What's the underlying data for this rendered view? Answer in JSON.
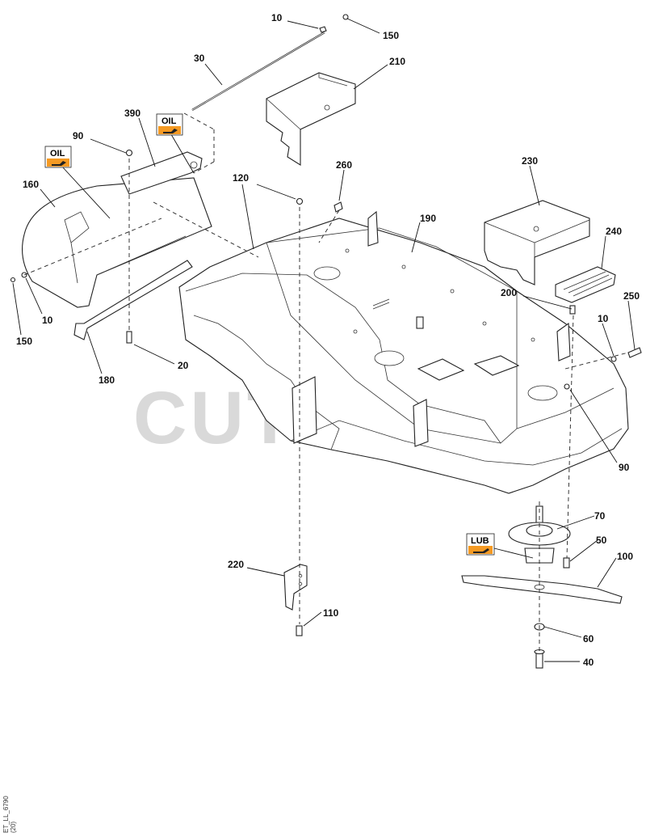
{
  "watermark": "CUTLER'S",
  "drawing_code": "ET_LL_6790",
  "drawing_code_sub": "(20)",
  "badges": {
    "oil": "OIL",
    "lub": "LUB"
  },
  "callouts": {
    "c10_top": "10",
    "c150_top": "150",
    "c30": "30",
    "c210": "210",
    "c390": "390",
    "c90_left": "90",
    "c160": "160",
    "c120": "120",
    "c260": "260",
    "c190": "190",
    "c230": "230",
    "c240": "240",
    "c200": "200",
    "c250": "250",
    "c10_right": "10",
    "c150_left": "150",
    "c10_left": "10",
    "c20": "20",
    "c180": "180",
    "c90_right": "90",
    "c70": "70",
    "c50": "50",
    "c100": "100",
    "c220": "220",
    "c110": "110",
    "c60": "60",
    "c40": "40"
  }
}
